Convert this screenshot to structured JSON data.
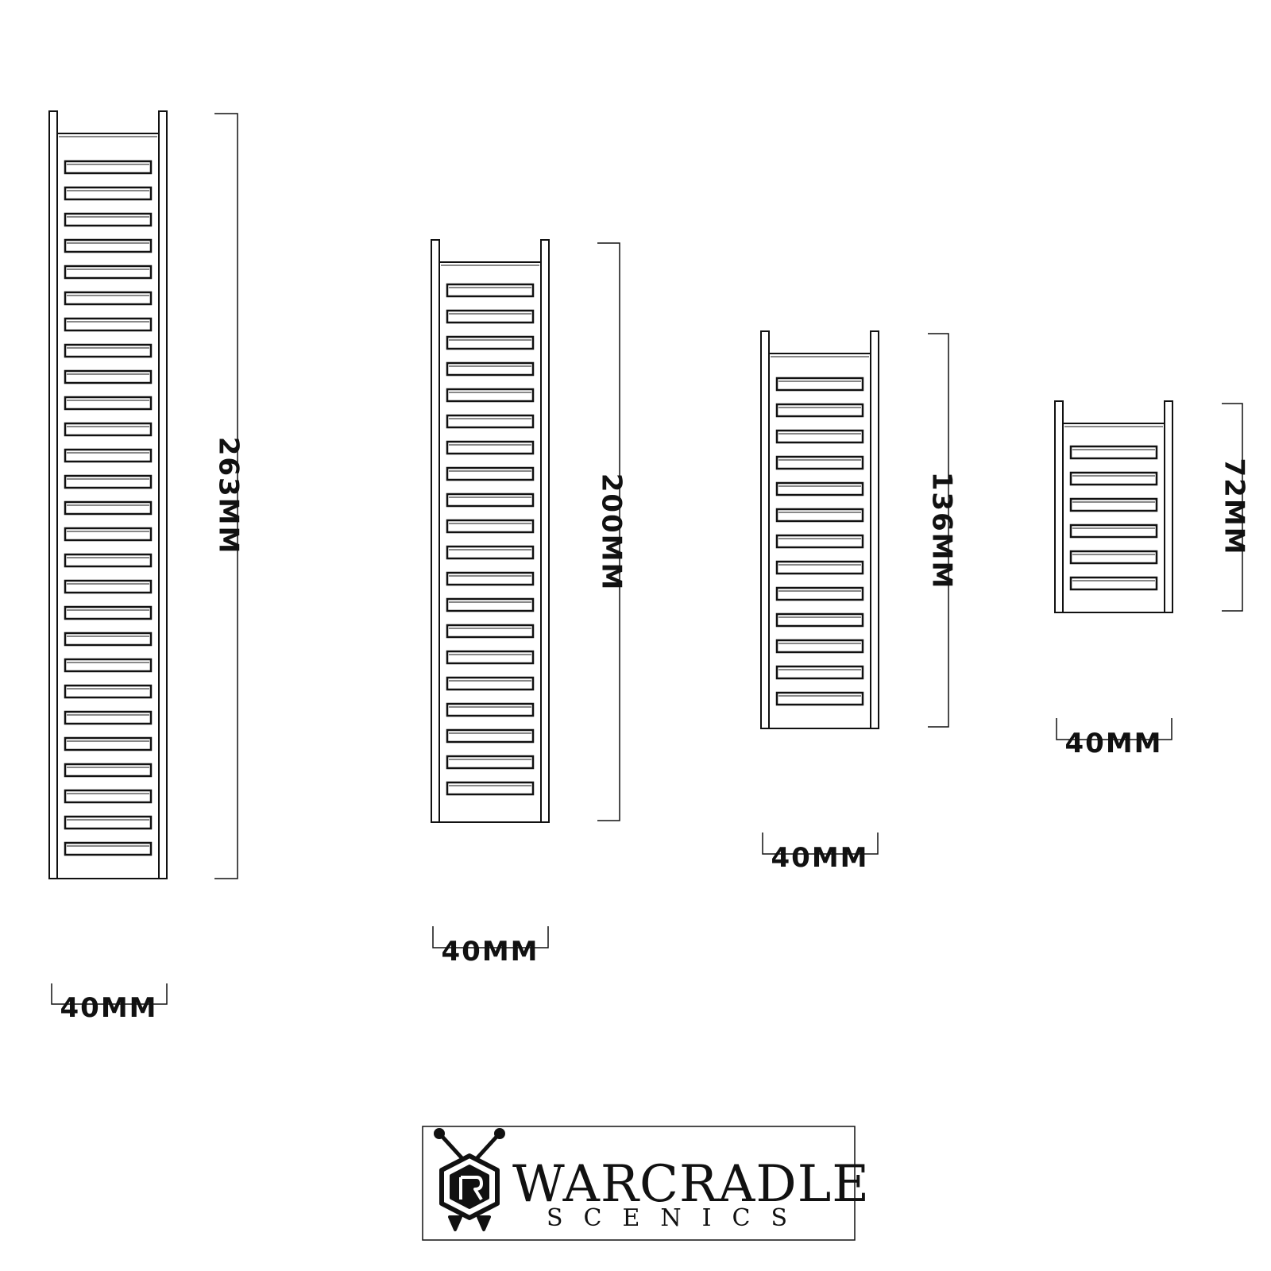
{
  "ladders": [
    {
      "height_label": "263MM",
      "width_label": "40MM",
      "rungs": 27
    },
    {
      "height_label": "200MM",
      "width_label": "40MM",
      "rungs": 20
    },
    {
      "height_label": "136MM",
      "width_label": "40MM",
      "rungs": 13
    },
    {
      "height_label": "72MM",
      "width_label": "40MM",
      "rungs": 6
    }
  ],
  "logo": {
    "brand": "WARCRADLE",
    "subtitle": "SCENICS",
    "icon": "crossed-swords-shield-icon"
  },
  "colors": {
    "line": "#111111",
    "background": "#ffffff"
  }
}
